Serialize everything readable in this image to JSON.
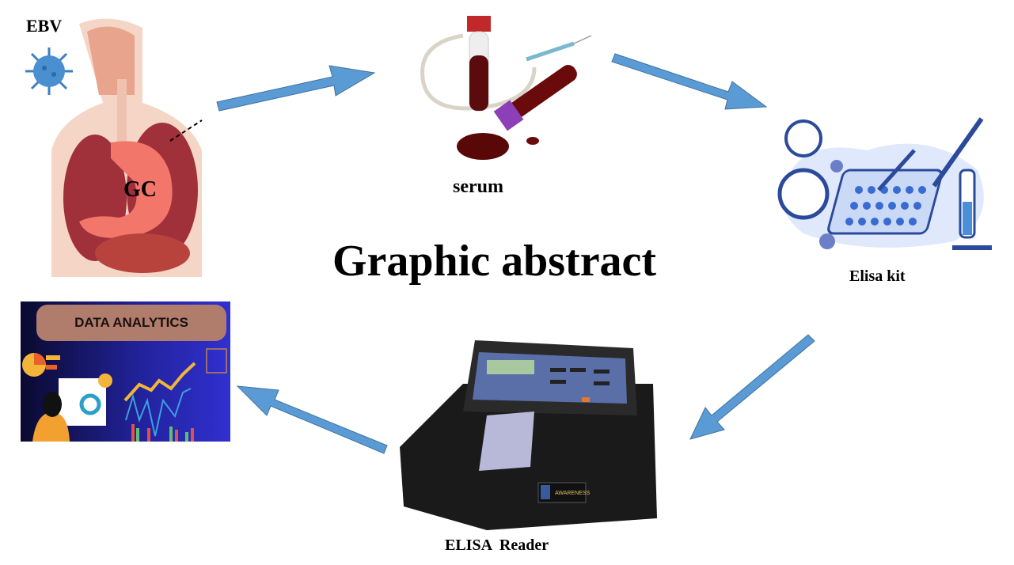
{
  "title": "Graphic abstract",
  "labels": {
    "ebv": "EBV",
    "gc": "GC",
    "serum": "serum",
    "elisa_kit": "Elisa kit",
    "elisa_reader": "ELISA  Reader",
    "data_analytics": "DATA ANALYTICS"
  },
  "reader_brand": "AWARENESS",
  "colors": {
    "arrow": "#5B9BD5",
    "analytics_bg": "#2a2aa8",
    "blood": "#6b0a0a"
  }
}
